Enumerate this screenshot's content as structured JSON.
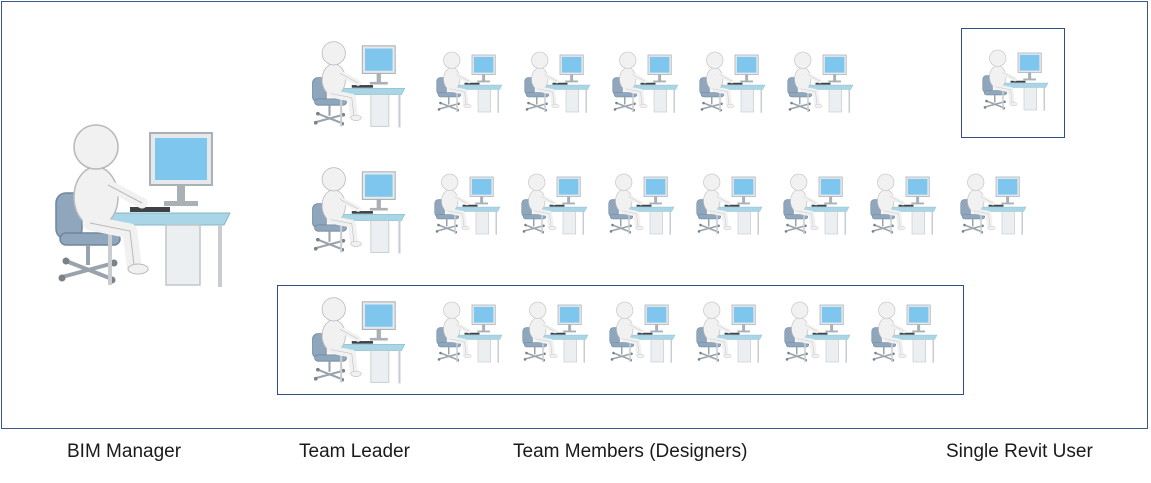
{
  "captions": {
    "bim_manager": "BIM Manager",
    "team_leader": "Team Leader",
    "team_members": "Team Members (Designers)",
    "single_user": "Single Revit User"
  },
  "colors": {
    "figure": "#f1f1f1",
    "figure_outline": "#b9b9b9",
    "monitor_screen": "#7fc6ee",
    "desk_top": "#a9d6e6",
    "desk_leg": "#c9cdd2",
    "chair": "#8fa6bd",
    "frame_border": "#3a5a8c"
  }
}
